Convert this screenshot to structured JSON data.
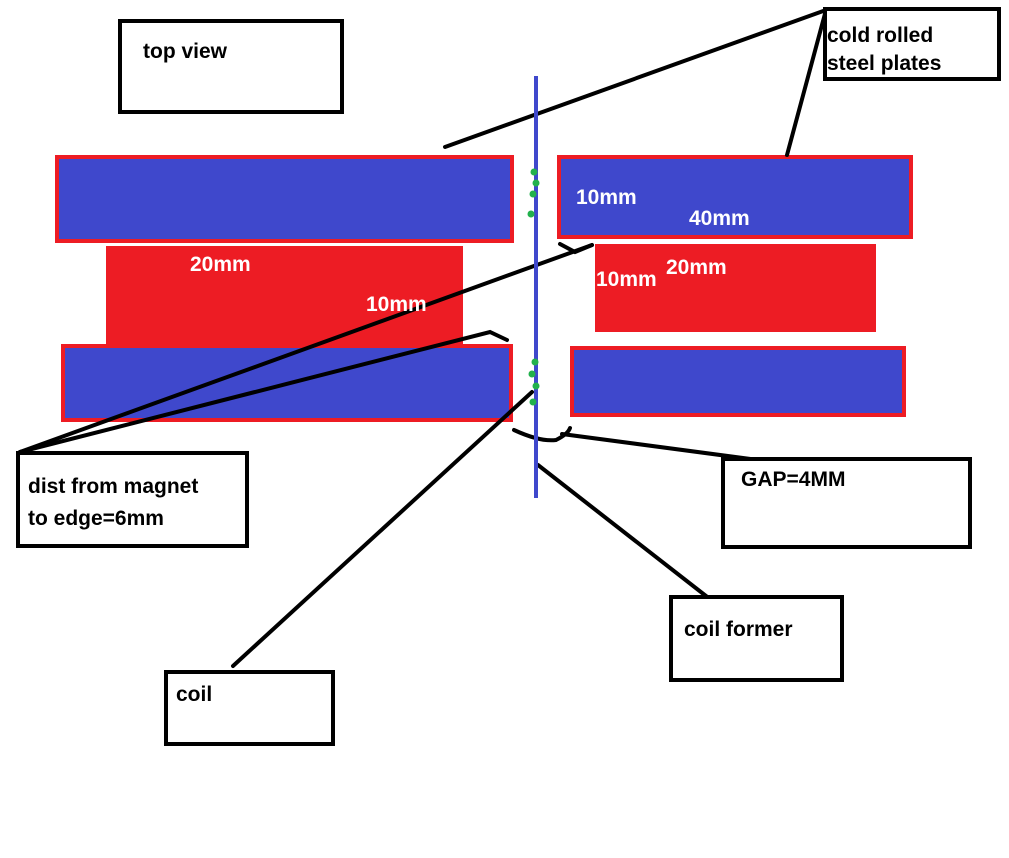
{
  "labels": {
    "top_view": "top view",
    "steel_plates": "cold rolled steel plates",
    "dist_line1": "dist from magnet",
    "dist_line2": "to edge=6mm",
    "gap": "GAP=4MM",
    "coil_former": "coil former",
    "coil": "coil"
  },
  "dimensions": {
    "left_magnet_w": "20mm",
    "left_magnet_h": "10mm",
    "right_plate_t": "10mm",
    "right_plate_w": "40mm",
    "right_magnet_h": "10mm",
    "right_magnet_w": "20mm"
  },
  "colors": {
    "steel": "#3f48cc",
    "magnet": "#ed1c24",
    "coil_former": "#3f48cc",
    "coil_wire": "#22b14c",
    "line": "#000000"
  }
}
